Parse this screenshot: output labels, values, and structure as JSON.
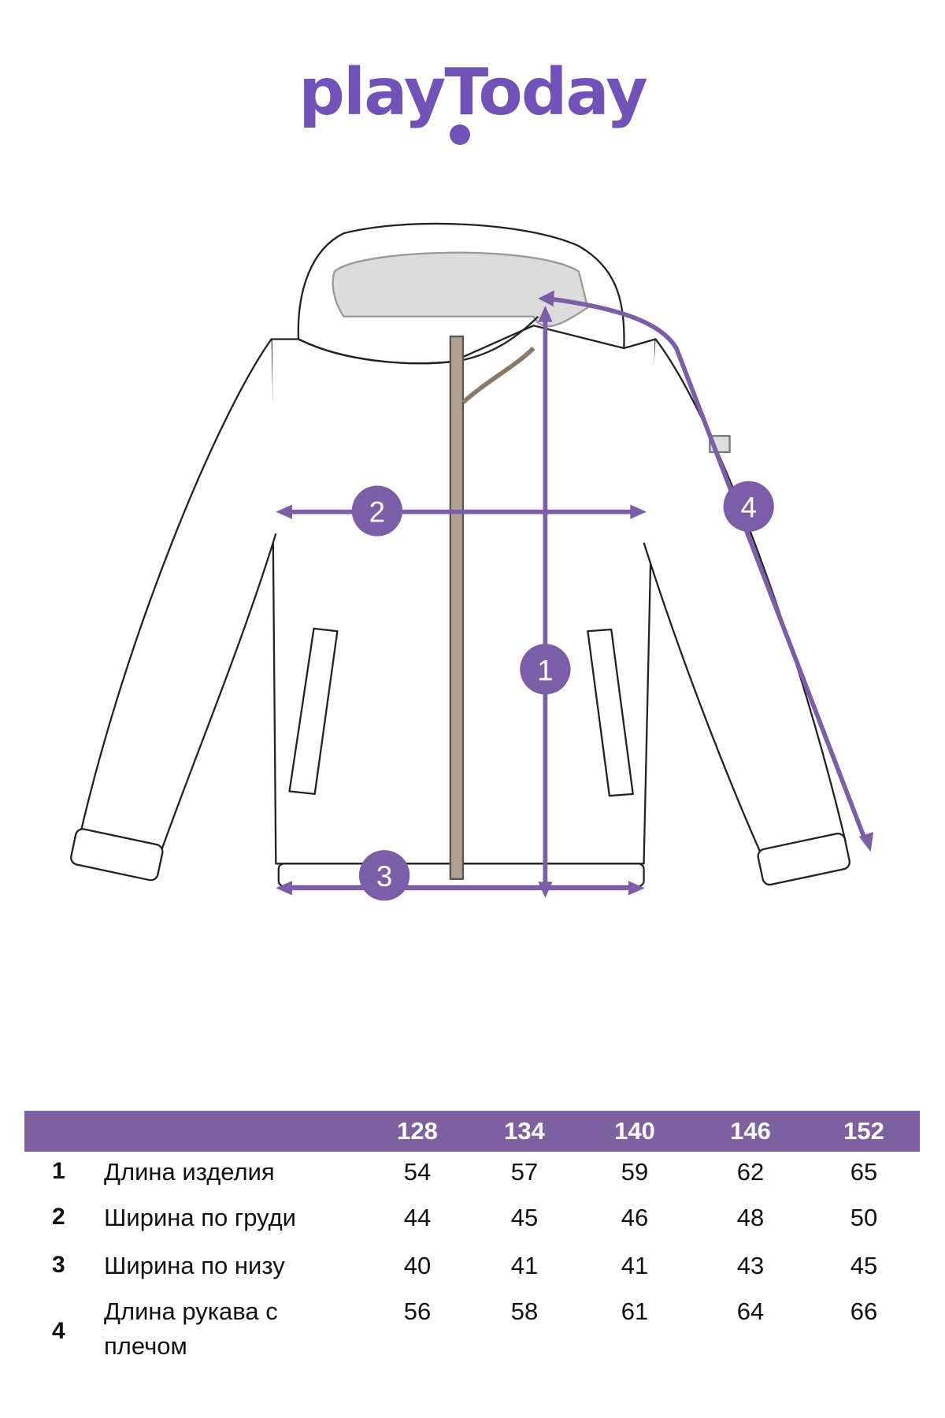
{
  "brand": {
    "logo_text": "playToday"
  },
  "colors": {
    "accent": "#7b5ea7",
    "logo": "#7152b8",
    "header_bar": "#7d60a0"
  },
  "diagram": {
    "markers": [
      {
        "id": "1",
        "label": "1"
      },
      {
        "id": "2",
        "label": "2"
      },
      {
        "id": "3",
        "label": "3"
      },
      {
        "id": "4",
        "label": "4"
      }
    ]
  },
  "table": {
    "sizes": [
      "128",
      "134",
      "140",
      "146",
      "152"
    ],
    "rows": [
      {
        "num": "1",
        "label": "Длина изделия",
        "values": [
          "54",
          "57",
          "59",
          "62",
          "65"
        ]
      },
      {
        "num": "2",
        "label": "Ширина по груди",
        "values": [
          "44",
          "45",
          "46",
          "48",
          "50"
        ]
      },
      {
        "num": "3",
        "label": "Ширина по низу",
        "values": [
          "40",
          "41",
          "41",
          "43",
          "45"
        ]
      },
      {
        "num": "4",
        "label": "Длина рукава с плечом",
        "values": [
          "56",
          "58",
          "61",
          "64",
          "66"
        ]
      }
    ]
  }
}
